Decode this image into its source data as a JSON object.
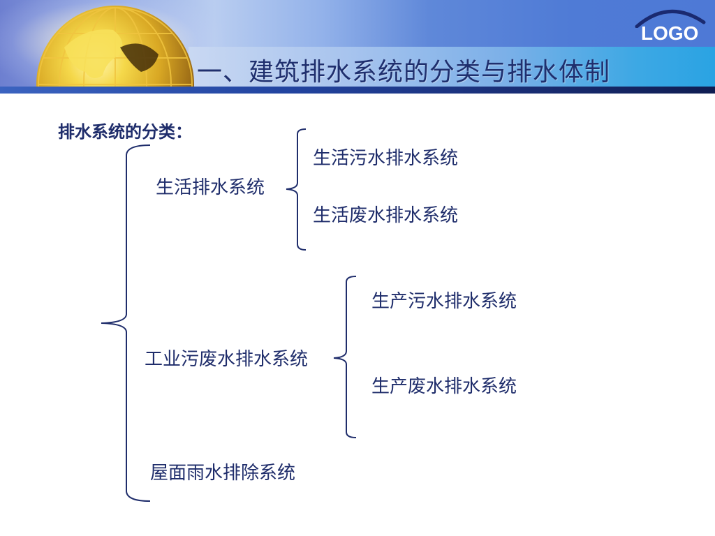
{
  "header": {
    "title": "一、建筑排水系统的分类与排水体制",
    "logo_text": "LOGO",
    "colors": {
      "title_text": "#1f2f6e",
      "band_end": "#2aa3e3",
      "bottom_bar": "#1a2f78"
    }
  },
  "content": {
    "section_label": "排水系统的分类：",
    "tree": {
      "level1": [
        {
          "label": "生活排水系统",
          "children": [
            "生活污水排水系统",
            "生活废水排水系统"
          ]
        },
        {
          "label": "工业污废水排水系统",
          "children": [
            "生产污水排水系统",
            "生产废水排水系统"
          ]
        },
        {
          "label": "屋面雨水排除系统",
          "children": []
        }
      ]
    },
    "colors": {
      "text": "#1f2d6b",
      "brace": "#1f2d6b"
    }
  }
}
